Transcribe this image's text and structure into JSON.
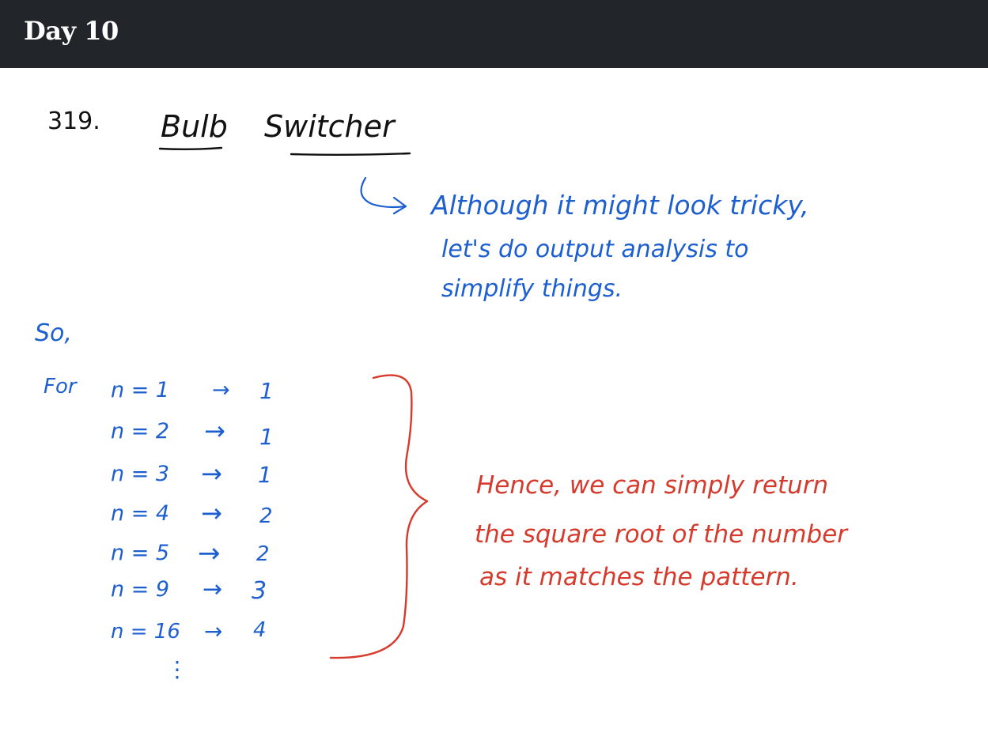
{
  "header": {
    "title": "Day 10"
  },
  "problem": {
    "number": "319.",
    "title_word1": "Bulb",
    "title_word2": "Switcher"
  },
  "note_blue": [
    "Although it might look tricky,",
    "let's do output analysis to",
    "simplify things."
  ],
  "so_label": "So,",
  "for_label": "For",
  "rows": [
    {
      "n": "n = 1",
      "out": "1"
    },
    {
      "n": "n = 2",
      "out": "1"
    },
    {
      "n": "n = 3",
      "out": "1"
    },
    {
      "n": "n = 4",
      "out": "2"
    },
    {
      "n": "n = 5",
      "out": "2"
    },
    {
      "n": "n = 9",
      "out": "3"
    },
    {
      "n": "n = 16",
      "out": "4"
    }
  ],
  "arrow_glyph": "→",
  "ellipsis": "⋮",
  "note_red": [
    "Hence, we can simply return",
    "the square root of the number",
    "as it matches the pattern."
  ],
  "colors": {
    "header_bg": "#22262b",
    "blue_ink": "#1e5fd0",
    "red_ink": "#d63a2c",
    "black_ink": "#111111"
  }
}
